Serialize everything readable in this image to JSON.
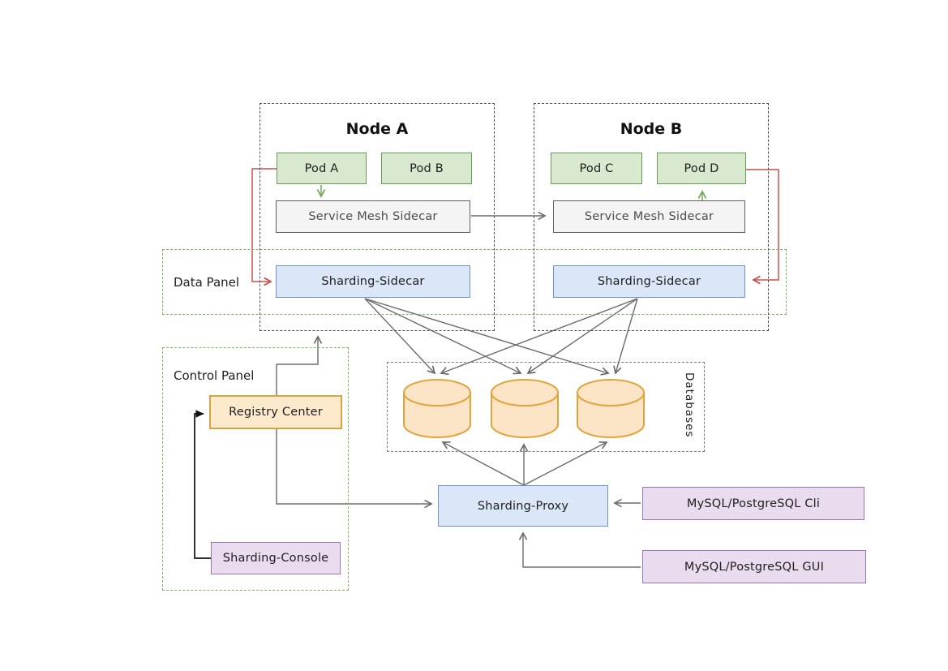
{
  "diagram": {
    "nodes": [
      {
        "title": "Node A",
        "pods": [
          {
            "label": "Pod A"
          },
          {
            "label": "Pod B"
          }
        ],
        "mesh": "Service Mesh Sidecar",
        "sidecar": "Sharding-Sidecar"
      },
      {
        "title": "Node B",
        "pods": [
          {
            "label": "Pod C"
          },
          {
            "label": "Pod D"
          }
        ],
        "mesh": "Service Mesh Sidecar",
        "sidecar": "Sharding-Sidecar"
      }
    ],
    "data_panel": {
      "label": "Data Panel"
    },
    "control_panel": {
      "label": "Control Panel",
      "registry": "Registry Center",
      "console": "Sharding-Console"
    },
    "databases": {
      "label": "Databases",
      "cylinder_count": 3
    },
    "proxy": {
      "label": "Sharding-Proxy"
    },
    "clients": [
      {
        "label": "MySQL/PostgreSQL Cli"
      },
      {
        "label": "MySQL/PostgreSQL GUI"
      }
    ],
    "connections": [
      {
        "from": "Pod A",
        "to": "Service Mesh Sidecar (Node A)",
        "color": "green"
      },
      {
        "from": "Service Mesh Sidecar (Node B)",
        "to": "Pod D",
        "color": "green"
      },
      {
        "from": "Pod A",
        "to": "Sharding-Sidecar (Node A)",
        "color": "red"
      },
      {
        "from": "Pod D",
        "to": "Sharding-Sidecar (Node B)",
        "color": "red"
      },
      {
        "from": "Service Mesh Sidecar (Node A)",
        "to": "Service Mesh Sidecar (Node B)",
        "color": "gray"
      },
      {
        "from": "Sharding-Sidecar (Node A)",
        "to": "Databases x3",
        "color": "gray"
      },
      {
        "from": "Sharding-Sidecar (Node B)",
        "to": "Databases x3",
        "color": "gray"
      },
      {
        "from": "Sharding-Proxy",
        "to": "Databases x3",
        "color": "gray"
      },
      {
        "from": "Registry Center",
        "to": "Node A",
        "color": "gray"
      },
      {
        "from": "Registry Center",
        "to": "Sharding-Proxy",
        "color": "gray"
      },
      {
        "from": "Sharding-Console",
        "to": "Registry Center",
        "color": "black"
      },
      {
        "from": "MySQL/PostgreSQL Cli",
        "to": "Sharding-Proxy",
        "color": "gray"
      },
      {
        "from": "MySQL/PostgreSQL GUI",
        "to": "Sharding-Proxy",
        "color": "gray"
      }
    ],
    "colors": {
      "pod_fill": "#d9e9d0",
      "pod_border": "#639c52",
      "mesh_fill": "#f4f4f4",
      "mesh_border": "#5f5f5f",
      "blue_fill": "#dbe7f8",
      "blue_border": "#6e93c9",
      "registry_fill": "#fdeacd",
      "registry_border": "#d9a43e",
      "purple_fill": "#e9dcef",
      "purple_border": "#9a77b3",
      "db_fill": "#fce4c6",
      "db_border": "#e2a33b",
      "arrow_gray": "#6b6b6b",
      "arrow_red": "#c9514d",
      "arrow_green": "#74a85e",
      "arrow_black": "#111111",
      "panel_border_green": "#7cb45b",
      "node_border": "#4f4f4f"
    }
  }
}
